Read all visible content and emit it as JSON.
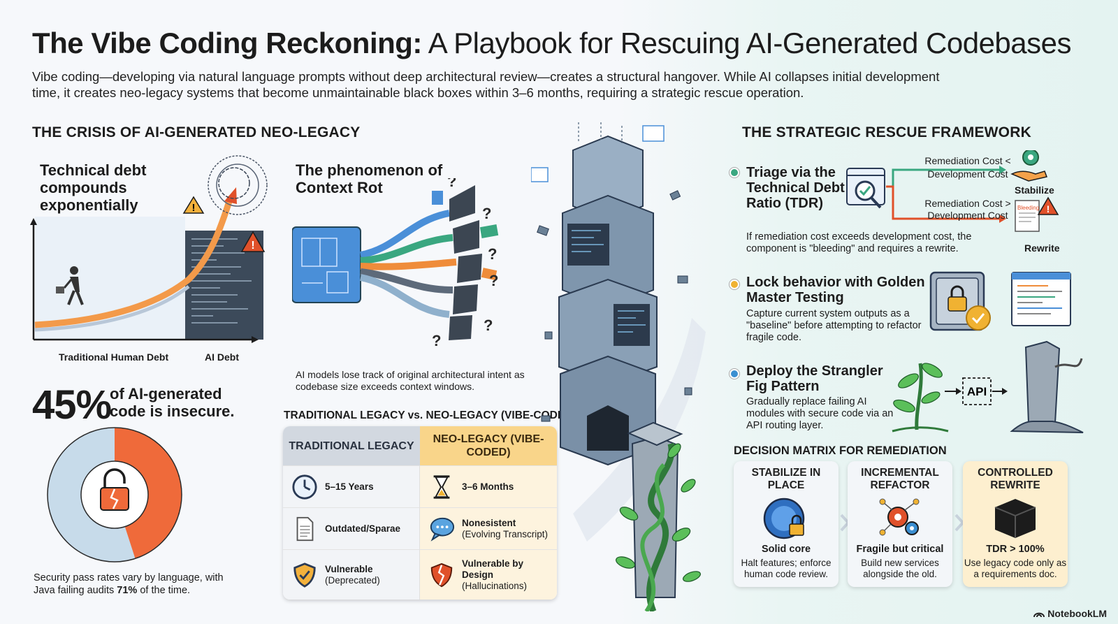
{
  "header": {
    "title_bold": "The Vibe Coding Reckoning:",
    "title_rest": " A Playbook for Rescuing AI-Generated Codebases",
    "subtitle": "Vibe coding—developing via natural language prompts without deep architectural review—creates a structural hangover. While AI collapses initial development time, it creates neo-legacy systems that become unmaintainable black boxes within 3–6 months, requiring a strategic rescue operation."
  },
  "crisis": {
    "heading": "THE CRISIS OF AI-GENERATED NEO-LEGACY",
    "debt_title": "Technical debt compounds exponentially",
    "axis_left": "Traditional Human Debt",
    "axis_right": "AI Debt",
    "stat_value": "45%",
    "stat_text": "of AI-generated code is insecure.",
    "security": {
      "insecure_fraction": 0.45,
      "colors": {
        "insecure": "#ef6a3a",
        "secure": "#c7dbea"
      }
    },
    "note_before": "Security pass rates vary by language, with Java failing audits ",
    "note_bold": "71%",
    "note_after": " of the time."
  },
  "context_rot": {
    "title": "The phenomenon of Context Rot",
    "note": "AI models lose track of original architectural intent as codebase size exceeds context windows."
  },
  "comparison": {
    "title": "TRADITIONAL LEGACY vs. NEO-LEGACY (VIBE-CODED)",
    "col_left": "TRADITIONAL LEGACY",
    "col_right": "NEO-LEGACY (VIBE-CODED)",
    "rows": [
      {
        "left_main": "5–15 Years",
        "left_sub": "",
        "left_icon": "clock-icon",
        "right_main": "3–6 Months",
        "right_sub": "",
        "right_icon": "hourglass-icon"
      },
      {
        "left_main": "Outdated/Sparae",
        "left_sub": "",
        "left_icon": "document-icon",
        "right_main": "Nonesistent",
        "right_sub": "(Evolving Transcript)",
        "right_icon": "chat-bubble-icon"
      },
      {
        "left_main": "Vulnerable",
        "left_sub": "(Deprecated)",
        "left_icon": "shield-icon",
        "right_main": "Vulnerable by Design",
        "right_sub": "(Hallucinations)",
        "right_icon": "broken-shield-icon"
      }
    ]
  },
  "rescue": {
    "heading": "THE STRATEGIC RESCUE FRAMEWORK",
    "tdr": {
      "title": "Triage via the Technical Debt Ratio (TDR)",
      "cond_stabilize": "Remediation Cost < Development Cost",
      "cond_rewrite": "Remediation Cost > Development Cost",
      "out_stabilize": "Stabilize",
      "out_rewrite": "Rewrite",
      "desc": "If remediation cost exceeds development cost, the component is \"bleeding\" and requires a rewrite.",
      "bleeding_label": "Bleeding"
    },
    "golden": {
      "title": "Lock behavior with Golden Master Testing",
      "desc": "Capture current system outputs as a \"baseline\" before attempting to refactor fragile code."
    },
    "strangler": {
      "title": "Deploy the Strangler Fig Pattern",
      "desc": "Gradually replace failing AI modules with secure code via an API routing layer.",
      "api_label": "API"
    },
    "matrix_title": "DECISION MATRIX FOR REMEDIATION",
    "matrix": [
      {
        "heading": "STABILIZE IN PLACE",
        "sub": "Solid core",
        "desc": "Halt features; enforce human code review."
      },
      {
        "heading": "INCREMENTAL REFACTOR",
        "sub": "Fragile but critical",
        "desc": "Build new services alongside the old."
      },
      {
        "heading": "CONTROLLED REWRITE",
        "sub": "TDR > 100%",
        "desc": "Use legacy code only as a requirements doc."
      }
    ]
  },
  "brand": "NotebookLM",
  "colors": {
    "accent_orange": "#ef6a3a",
    "accent_blue": "#3b8fd1",
    "accent_green": "#3aa780",
    "accent_yellow": "#f0b232"
  }
}
